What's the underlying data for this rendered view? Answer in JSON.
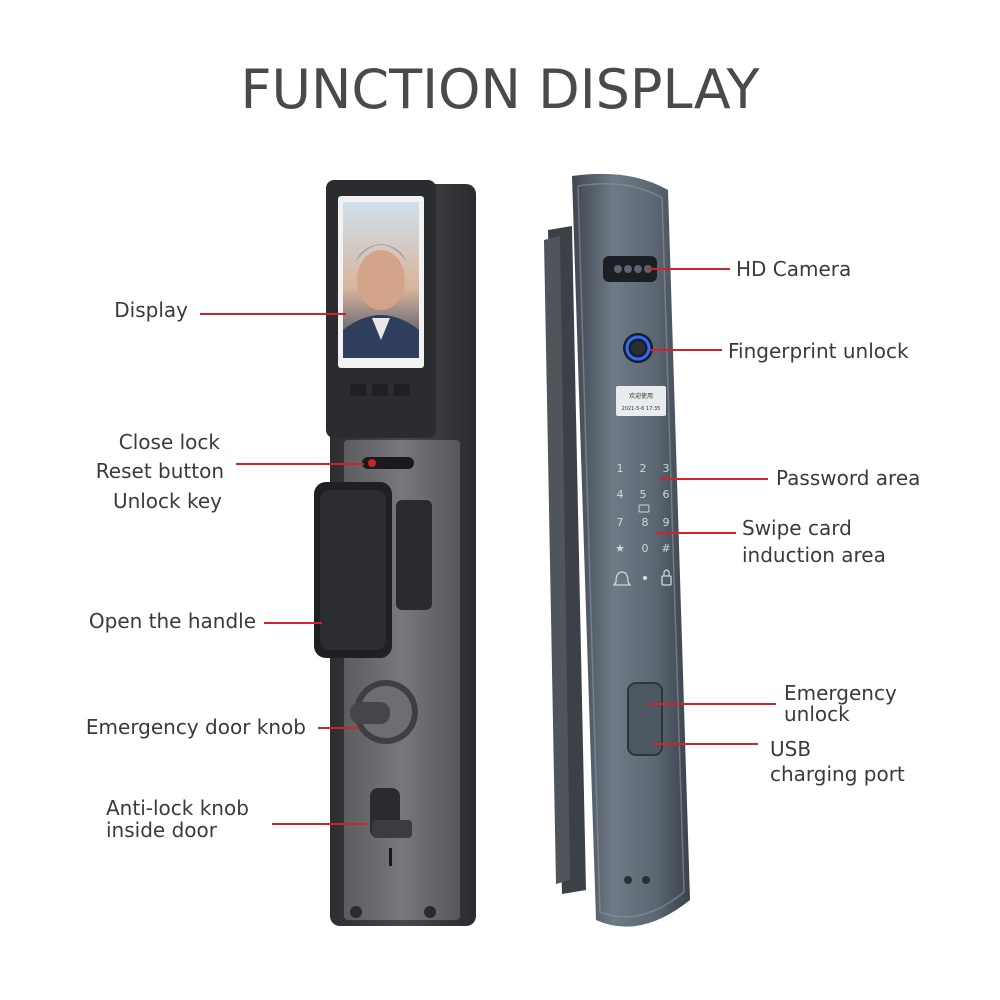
{
  "title": "FUNCTION DISPLAY",
  "left_labels": {
    "display": "Display",
    "close_lock": "Close lock",
    "reset_button": "Reset button",
    "unlock_key": "Unlock key",
    "open_handle": "Open the handle",
    "emergency_knob": "Emergency door knob",
    "anti_lock_1": "Anti-lock knob",
    "anti_lock_2": "inside door"
  },
  "right_labels": {
    "hd_camera": "HD Camera",
    "fingerprint": "Fingerprint unlock",
    "password": "Password area",
    "swipe_1": "Swipe card",
    "swipe_2": "induction area",
    "emergency_1": "Emergency",
    "emergency_2": "unlock",
    "usb_1": "USB",
    "usb_2": "charging port"
  },
  "keypad": [
    "1",
    "2",
    "3",
    "4",
    "5",
    "6",
    "7",
    "8",
    "9",
    "★",
    "0",
    "#"
  ],
  "screen_text": {
    "line1": "欢迎使用",
    "line2": "2021-5-6 17:35"
  },
  "colors": {
    "leader_line": "#d0242a",
    "text": "#3a3a3a",
    "left_body": "#3b3d41",
    "right_body": "#5b6672",
    "fingerprint_ring": "#2f6bff"
  },
  "icons": [
    "face-photo",
    "fingerprint-sensor",
    "camera-lens",
    "keypad",
    "bell-icon",
    "lock-icon"
  ]
}
